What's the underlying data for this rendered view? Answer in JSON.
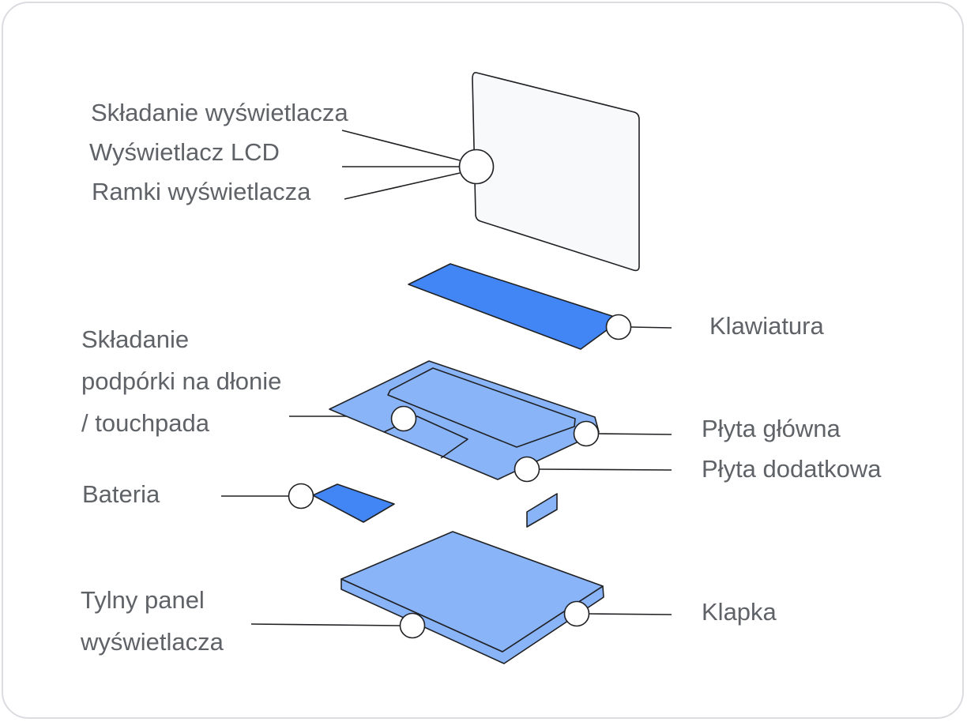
{
  "labels": {
    "display_assembly": "Składanie wyświetlacza",
    "lcd": "Wyświetlacz LCD",
    "bezels": "Ramki wyświetlacza",
    "keyboard": "Klawiatura",
    "palmrest_line1": "Składanie",
    "palmrest_line2": "podpórki na dłonie",
    "palmrest_line3": "/ touchpada",
    "motherboard": "Płyta główna",
    "daughterboard": "Płyta dodatkowa",
    "battery": "Bateria",
    "back_panel_line1": "Tylny panel",
    "back_panel_line2": "wyświetlacza",
    "flap": "Klapka"
  },
  "colors": {
    "text": "#5f6368",
    "outline": "#202124",
    "screen_fill": "#f8f9fa",
    "blue_dark": "#4285f4",
    "blue_light": "#8ab4f8",
    "frame_border": "#dadce0"
  }
}
